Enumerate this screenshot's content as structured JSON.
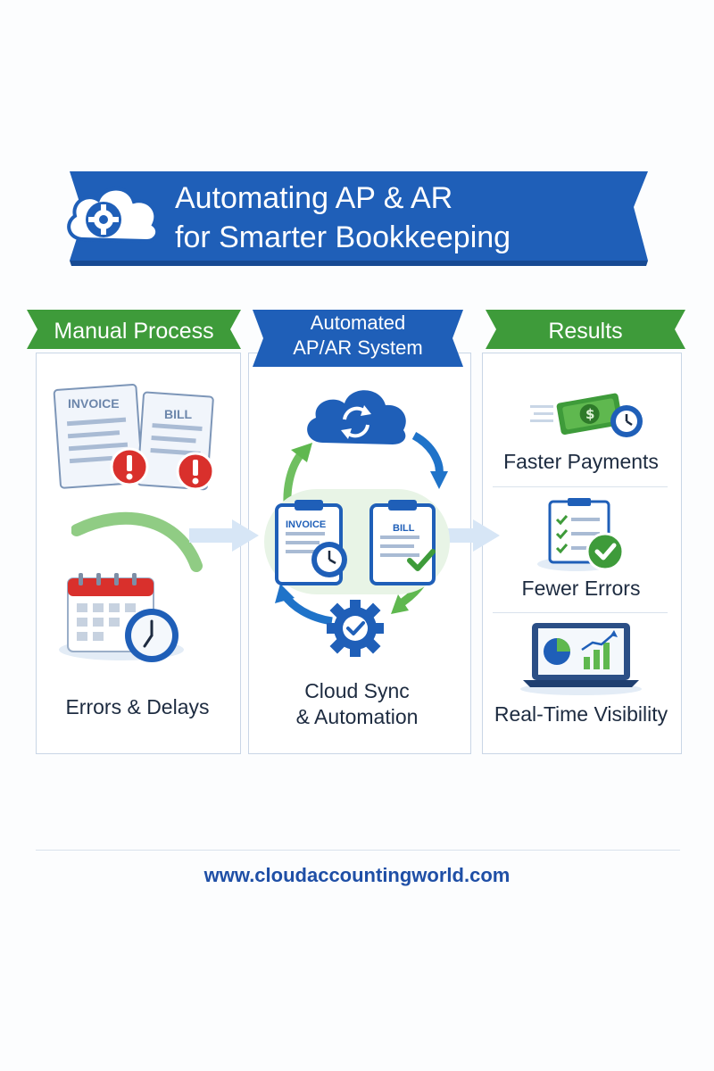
{
  "title": {
    "line1": "Automating AP & AR",
    "line2": "for Smarter Bookkeeping"
  },
  "columns": {
    "manual": {
      "heading": "Manual Process",
      "invoice_doc": "INVOICE",
      "bill_doc": "BILL",
      "caption": "Errors & Delays"
    },
    "automated": {
      "heading_line1": "Automated",
      "heading_line2": "AP/AR System",
      "invoice_doc": "INVOICE",
      "bill_doc": "BILL",
      "caption_line1": "Cloud Sync",
      "caption_line2": "& Automation"
    },
    "results": {
      "heading": "Results",
      "items": [
        {
          "label": "Faster Payments",
          "icon": "money-clock-icon"
        },
        {
          "label": "Fewer Errors",
          "icon": "checklist-icon"
        },
        {
          "label": "Real-Time Visibility",
          "icon": "laptop-chart-icon"
        }
      ]
    }
  },
  "footer": {
    "url": "www.cloudaccountingworld.com"
  },
  "colors": {
    "primary_blue": "#1f5fb8",
    "accent_green": "#3e9b3a",
    "alert_red": "#d9302c"
  }
}
